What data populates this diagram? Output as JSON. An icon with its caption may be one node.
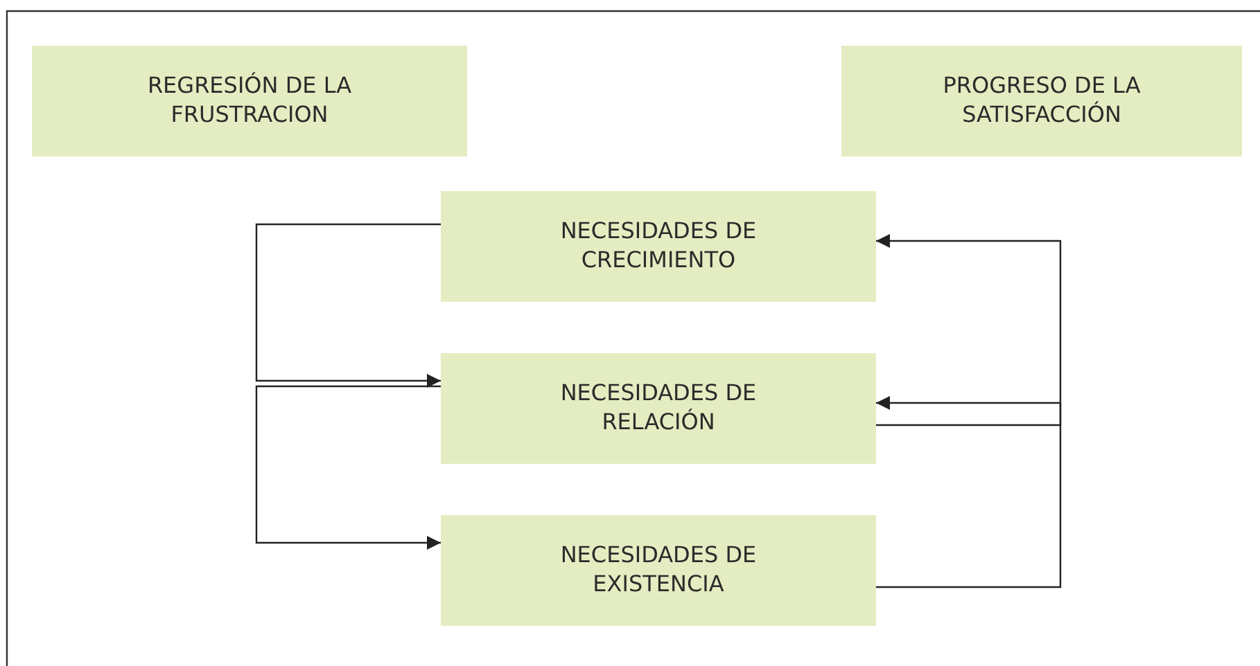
{
  "diagram": {
    "nodes": [
      {
        "text": [
          "REGRESIÓN DE LA FRUSTRACION"
        ]
      },
      {
        "text": [
          "PROGRESO DE LA SATISFACCIÓN"
        ]
      },
      {
        "text": [
          "NECESIDADES DE CRECIMIENTO"
        ]
      },
      {
        "text": [
          "NECESIDADES DE RELACIÓN"
        ]
      },
      {
        "text": [
          "NECESIDADES DE EXISTENCIA"
        ]
      }
    ],
    "edges": [
      {
        "from": 2,
        "to": 3,
        "arrow": "to"
      },
      {
        "from": 3,
        "to": 4,
        "arrow": "to"
      },
      {
        "from": 3,
        "to": 2,
        "arrow": "to"
      },
      {
        "from": 4,
        "to": 3,
        "arrow": "to"
      }
    ]
  }
}
